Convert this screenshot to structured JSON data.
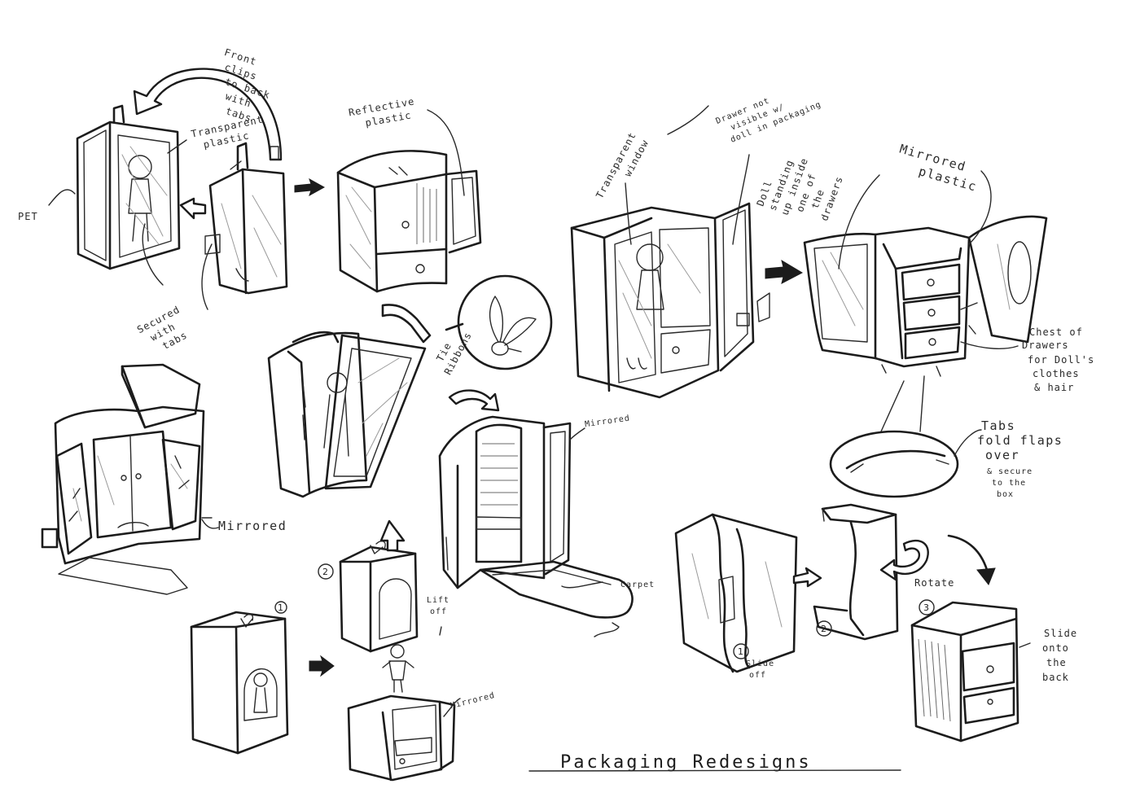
{
  "title": "Packaging Redesigns",
  "annotations": {
    "front_clips": [
      "Front",
      "clips",
      "to back",
      "with",
      "tabs"
    ],
    "transparent_plastic": [
      "Transparent",
      "plastic"
    ],
    "pet": "PET",
    "secured_with_tabs": [
      "Secured",
      "with",
      "tabs"
    ],
    "reflective_plastic": [
      "Reflective",
      "plastic"
    ],
    "tie_ribbons": [
      "Tie",
      "Ribbons"
    ],
    "mirrored_1": "Mirrored",
    "mirrored_2": "Mirrored",
    "mirrored_3": "Mirrored",
    "mirrored_plastic": [
      "Mirrored",
      "plastic"
    ],
    "transparent_window": [
      "Transparent",
      "window"
    ],
    "drawer_note": [
      "Drawer not",
      "visible w/",
      "doll in packaging"
    ],
    "doll_standing": [
      "Doll",
      "standing",
      "up inside",
      "one of",
      "the",
      "drawers"
    ],
    "chest_of_drawers": [
      "Chest of",
      "Drawers",
      "for Doll's",
      "clothes",
      "& hair"
    ],
    "tabs_fold": [
      "Tabs",
      "fold flaps",
      "over"
    ],
    "secure_box": [
      "& secure",
      "to the",
      "box"
    ],
    "carpet": "Carpet",
    "lift_off": [
      "Lift",
      "off"
    ],
    "slide_off": [
      "Slide",
      "off"
    ],
    "rotate": "Rotate",
    "slide_onto_back": [
      "Slide",
      "onto",
      "the",
      "back"
    ]
  },
  "steps": {
    "lift_1": "1",
    "lift_2": "2",
    "slide_1": "1",
    "slide_2": "2",
    "slide_3": "3"
  }
}
